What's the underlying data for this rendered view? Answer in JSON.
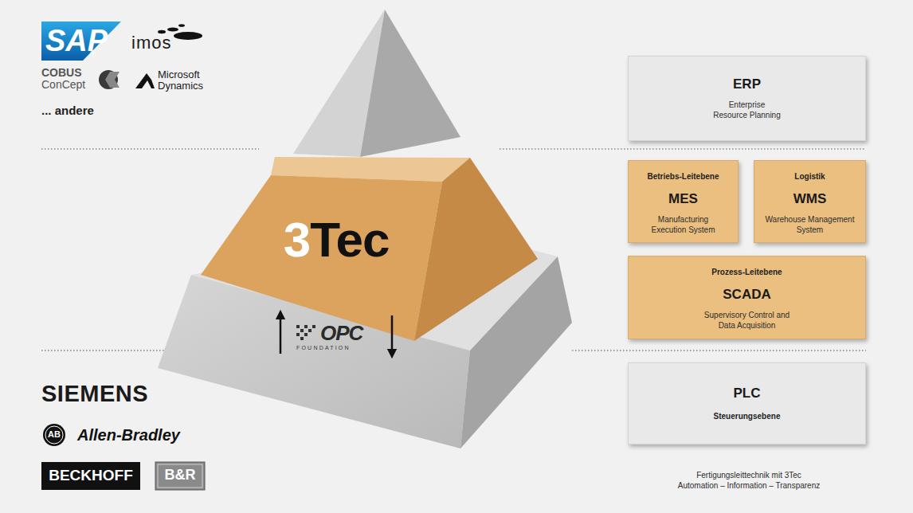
{
  "diagram": {
    "caption": "Fertigungsleittechnik mit 3Tec",
    "nodes": [
      {
        "text": [
          "3Tec"
        ]
      },
      {
        "text": [
          "ERP",
          "Enterprise Resource Planning"
        ]
      },
      {
        "text": [
          "Betriebs-Leitebene",
          "MES",
          "Manufacturing Execution System"
        ]
      },
      {
        "text": [
          "Logistik",
          "WMS",
          "Warehouse Management System"
        ]
      },
      {
        "text": [
          "Prozess-Leitebene",
          "SCADA",
          "Supervisory Control and Data Acquisition"
        ]
      },
      {
        "text": [
          "PLC",
          "Steuerungsebene"
        ]
      }
    ],
    "labels": [
      "SAP",
      "®",
      "imos",
      "COBUS",
      "ConCept",
      "Microsoft Dynamics",
      "... andere",
      "OPC",
      "FOUNDATION",
      "SIEMENS",
      "AB",
      "Allen-Bradley",
      "BECKHOFF",
      "B&R",
      "Automation – Information – Transparenz"
    ]
  }
}
